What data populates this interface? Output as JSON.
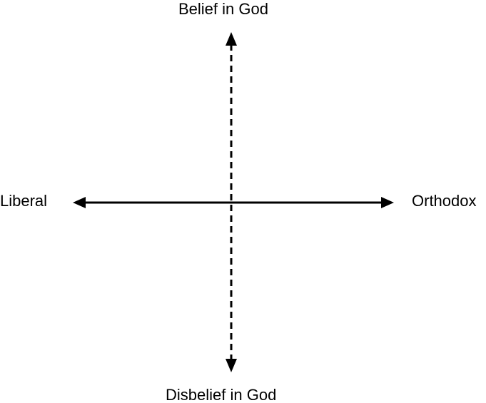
{
  "diagram": {
    "top_label": "Belief in God",
    "bottom_label": "Disbelief in God",
    "left_label": "Liberal",
    "right_label": "Orthodox",
    "vertical_axis_style": "dashed",
    "horizontal_axis_style": "solid",
    "line_color": "#000000"
  }
}
